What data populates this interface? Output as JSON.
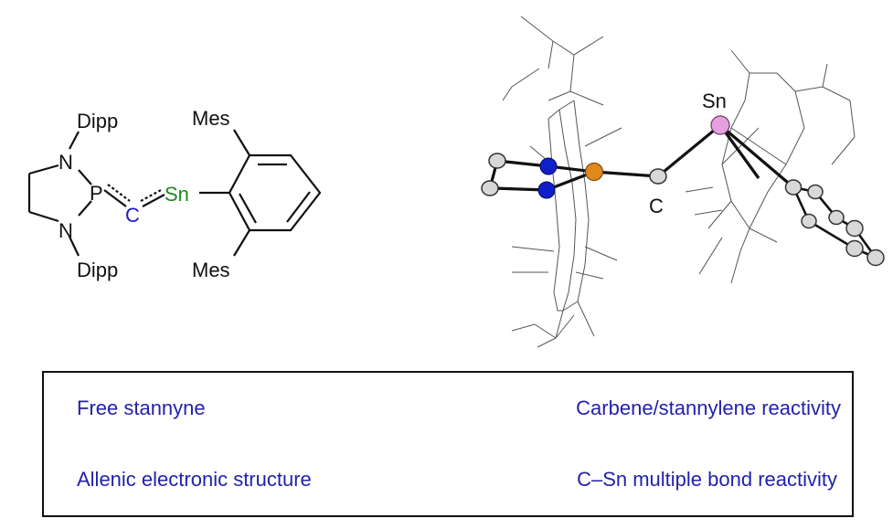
{
  "structure": {
    "atoms": {
      "n_top": "N",
      "n_bottom": "N",
      "p": "P",
      "c": "C",
      "sn": "Sn",
      "dipp_top": "Dipp",
      "dipp_bottom": "Dipp",
      "mes_top": "Mes",
      "mes_bottom": "Mes"
    },
    "colors": {
      "bond": "#111111",
      "c_atom": "#1a1acc",
      "sn_atom": "#1f8a1f"
    }
  },
  "crystal": {
    "labels": {
      "sn": "Sn",
      "c": "C"
    },
    "colors": {
      "nitrogen": "#1020c8",
      "phosphorus": "#e08a1e",
      "tin": "#e6a0e0",
      "carbon": "#d8d8d8",
      "wireframe": "#555555"
    }
  },
  "features": {
    "top_left": "Free stannyne",
    "bottom_left": "Allenic electronic structure",
    "top_right": "Carbene/stannylene reactivity",
    "bottom_right": "C–Sn multiple bond reactivity",
    "text_color": "#2222aa"
  }
}
